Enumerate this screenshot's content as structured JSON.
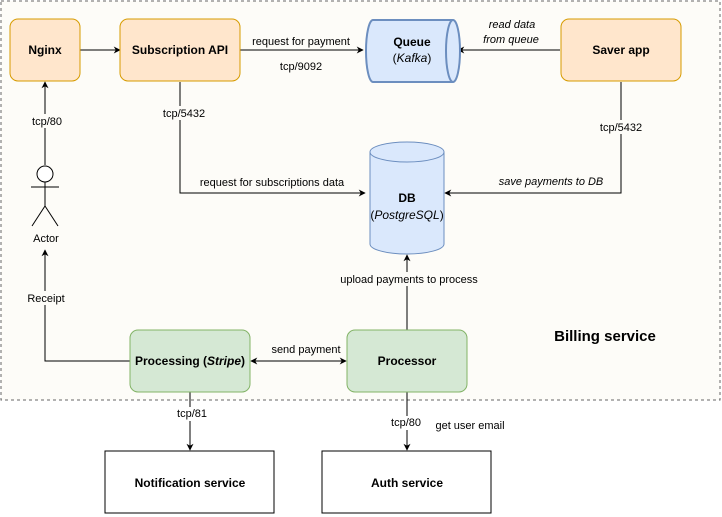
{
  "colors": {
    "orange_fill": "#ffe6cc",
    "orange_stroke": "#d79b00",
    "blue_fill": "#dae8fc",
    "blue_stroke": "#6c8ebf",
    "green_fill": "#d5e8d4",
    "green_stroke": "#82b366",
    "service_bg": "#fdfcf8"
  },
  "boundary": {
    "title": "Billing service"
  },
  "nodes": {
    "nginx": {
      "label": "Nginx"
    },
    "subscription_api": {
      "label": "Subscription API"
    },
    "queue": {
      "label": "Queue",
      "sub": "Kafka"
    },
    "saver_app": {
      "label": "Saver app"
    },
    "db": {
      "label": "DB",
      "sub": "PostgreSQL"
    },
    "actor": {
      "label": "Actor"
    },
    "processing": {
      "label": "Processing",
      "sub": "Stripe"
    },
    "processor": {
      "label": "Processor"
    },
    "notification_service": {
      "label": "Notification service"
    },
    "auth_service": {
      "label": "Auth service"
    }
  },
  "edges": {
    "request_for_payment": "request for payment",
    "tcp_9092": "tcp/9092",
    "read_data_line1": "read data",
    "read_data_line2": "from queue",
    "tcp_80_actor": "tcp/80",
    "tcp_5432_api": "tcp/5432",
    "tcp_5432_saver": "tcp/5432",
    "request_subscriptions": "request for subscriptions data",
    "save_payments": "save payments to DB",
    "receipt": "Receipt",
    "upload_payments": "upload payments to process",
    "send_payment": "send payment",
    "tcp_81": "tcp/81",
    "tcp_80_auth": "tcp/80",
    "get_user_email": "get user email"
  }
}
